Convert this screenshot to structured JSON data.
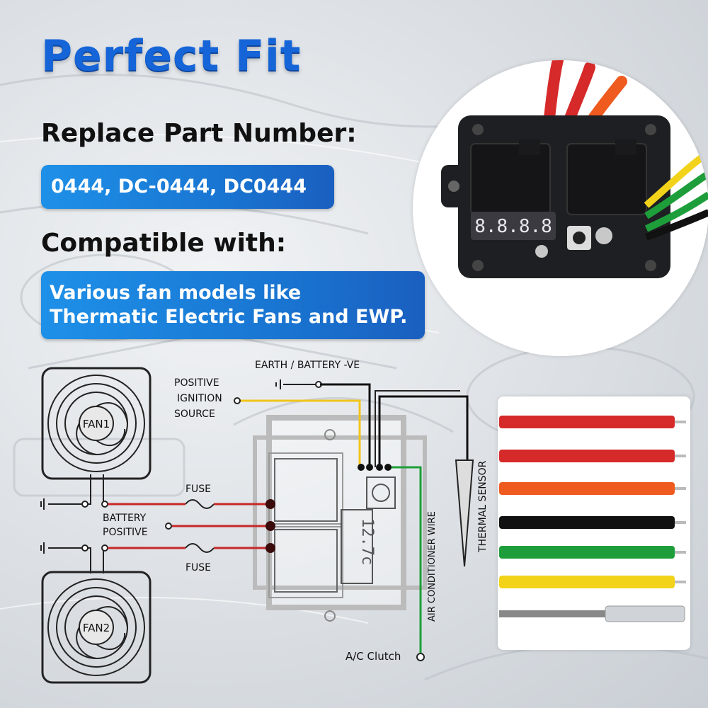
{
  "headline": "Perfect Fit",
  "replace_heading": "Replace Part Number:",
  "part_numbers": "0444, DC-0444, DC0444",
  "compatible_heading": "Compatible with:",
  "compatible_line1": "Various fan models like",
  "compatible_line2": "Thermatic Electric Fans and EWP.",
  "controller_display": "8.8.8.8",
  "diagram": {
    "fan1": "FAN1",
    "fan2": "FAN2",
    "earth": "EARTH / BATTERY -VE",
    "positive_ignition_1": "POSITIVE",
    "positive_ignition_2": "IGNITION",
    "positive_ignition_3": "SOURCE",
    "fuse_top": "FUSE",
    "fuse_bottom": "FUSE",
    "battery_positive_1": "BATTERY",
    "battery_positive_2": "POSITIVE",
    "thermal_sensor": "THERMAL SENSOR",
    "air_conditioner_wire": "AIR CONDITIONER WIRE",
    "ac_clutch": "A/C Clutch",
    "module_display": "12.7c"
  },
  "wire_colors": [
    "#d62a2a",
    "#d62a2a",
    "#ef5a1e",
    "#111111",
    "#1e9e3a",
    "#f2d31a"
  ],
  "accent": "#1565d8"
}
